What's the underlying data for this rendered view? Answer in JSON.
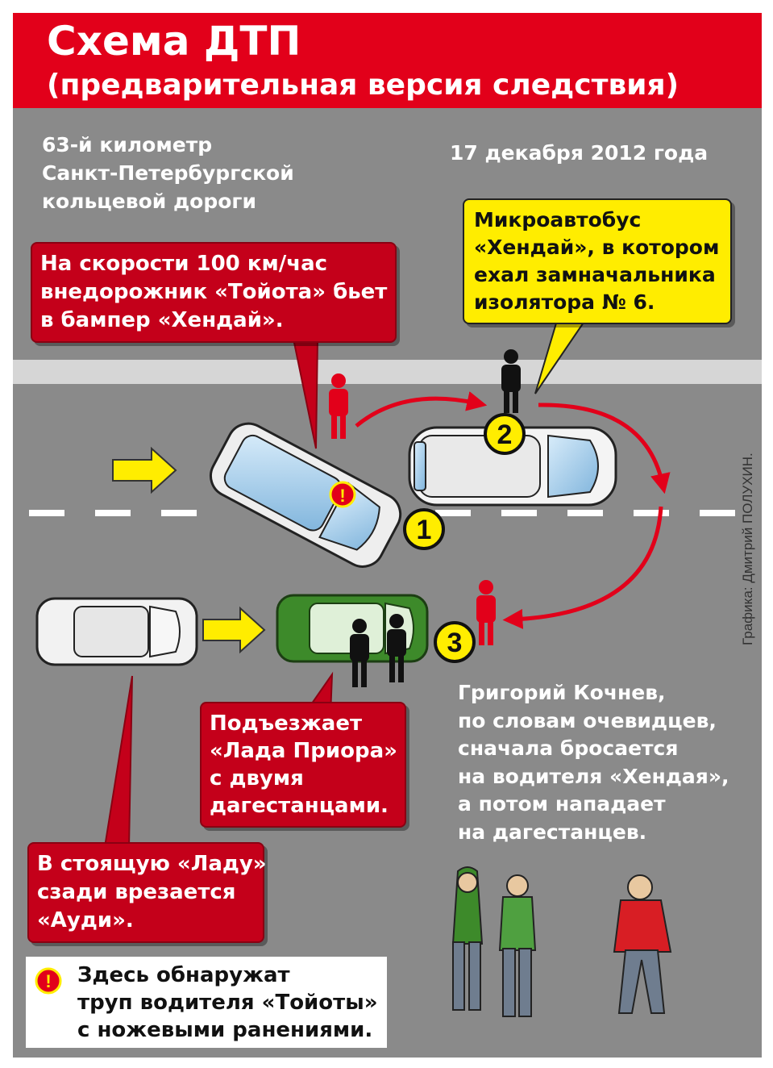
{
  "header": {
    "title": "Схема ДТП",
    "subtitle": "(предварительная версия следствия)"
  },
  "location": {
    "lines": [
      "63-й  километр",
      "Санкт-Петербургской",
      "кольцевой дороги"
    ]
  },
  "date": "17 декабря 2012 года",
  "callouts": {
    "toyota": [
      "На скорости 100 км/час",
      "внедорожник «Тойота» бьет",
      "в бампер «Хендай»."
    ],
    "hyundai": [
      "Микроавтобус",
      "«Хендай», в котором",
      "ехал замначальника",
      "изолятора № 6."
    ],
    "lada": [
      "Подъезжает",
      "«Лада Приора»",
      "с двумя",
      "дагестанцами."
    ],
    "audi": [
      "В стоящую «Ладу»",
      "сзади врезается",
      "«Ауди»."
    ]
  },
  "narrative": {
    "lines": [
      "Григорий Кочнев,",
      "по словам очевидцев,",
      "сначала бросается",
      "на водителя «Хендая»,",
      "а потом нападает",
      "на дагестанцев."
    ]
  },
  "markers": [
    "1",
    "2",
    "3"
  ],
  "warning_symbol": "!",
  "notice": {
    "lines": [
      "Здесь обнаружат",
      "труп водителя «Тойоты»",
      "с ножевыми ранениями."
    ]
  },
  "credit": "Графика: Дмитрий ПОЛУХИН.",
  "colors": {
    "accent_red": "#e2001a",
    "callout_red": "#c4001a",
    "callout_yellow": "#ffed00",
    "road_gray": "#8a8a8a",
    "arrow_yellow": "#ffed00",
    "lada_green": "#3d8a2a"
  },
  "icons": [
    "arrow-right-icon",
    "person-icon",
    "warning-icon",
    "curved-arrow-icon"
  ]
}
